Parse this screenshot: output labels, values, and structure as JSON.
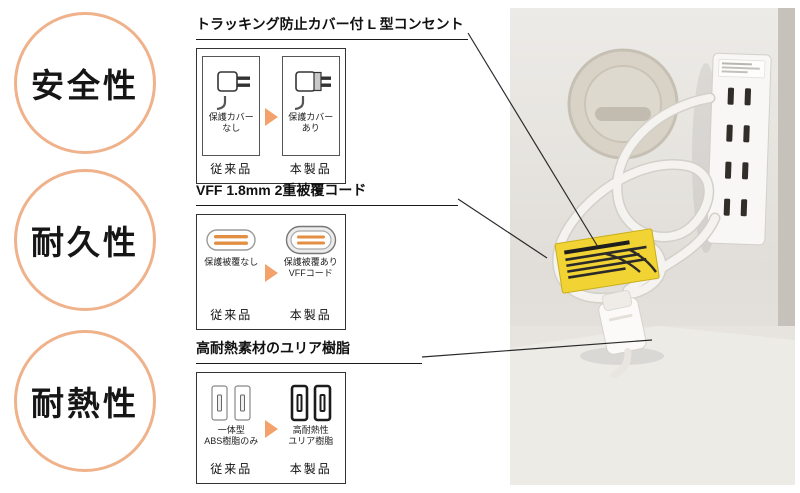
{
  "badges": [
    {
      "label": "安全性"
    },
    {
      "label": "耐久性"
    },
    {
      "label": "耐熱性"
    }
  ],
  "features": [
    {
      "title": "トラッキング防止カバー付 L 型コンセント",
      "before": {
        "caption": "保護カバー\nなし",
        "label": "従来品"
      },
      "after": {
        "caption": "保護カバー\nあり",
        "label": "本製品"
      }
    },
    {
      "title": "VFF 1.8mm 2重被覆コード",
      "before": {
        "caption": "保護被覆なし",
        "label": "従来品"
      },
      "after": {
        "caption": "保護被覆あり\nVFFコード",
        "label": "本製品"
      }
    },
    {
      "title": "高耐熱素材のユリア樹脂",
      "before": {
        "caption": "一体型\nABS樹脂のみ",
        "label": "従来品"
      },
      "after": {
        "caption": "高耐熱性\nユリア樹脂",
        "label": "本製品"
      }
    }
  ],
  "colors": {
    "ring": "#efb28b",
    "arrow": "#f3a26b",
    "labelYellow": "#f2d334"
  }
}
